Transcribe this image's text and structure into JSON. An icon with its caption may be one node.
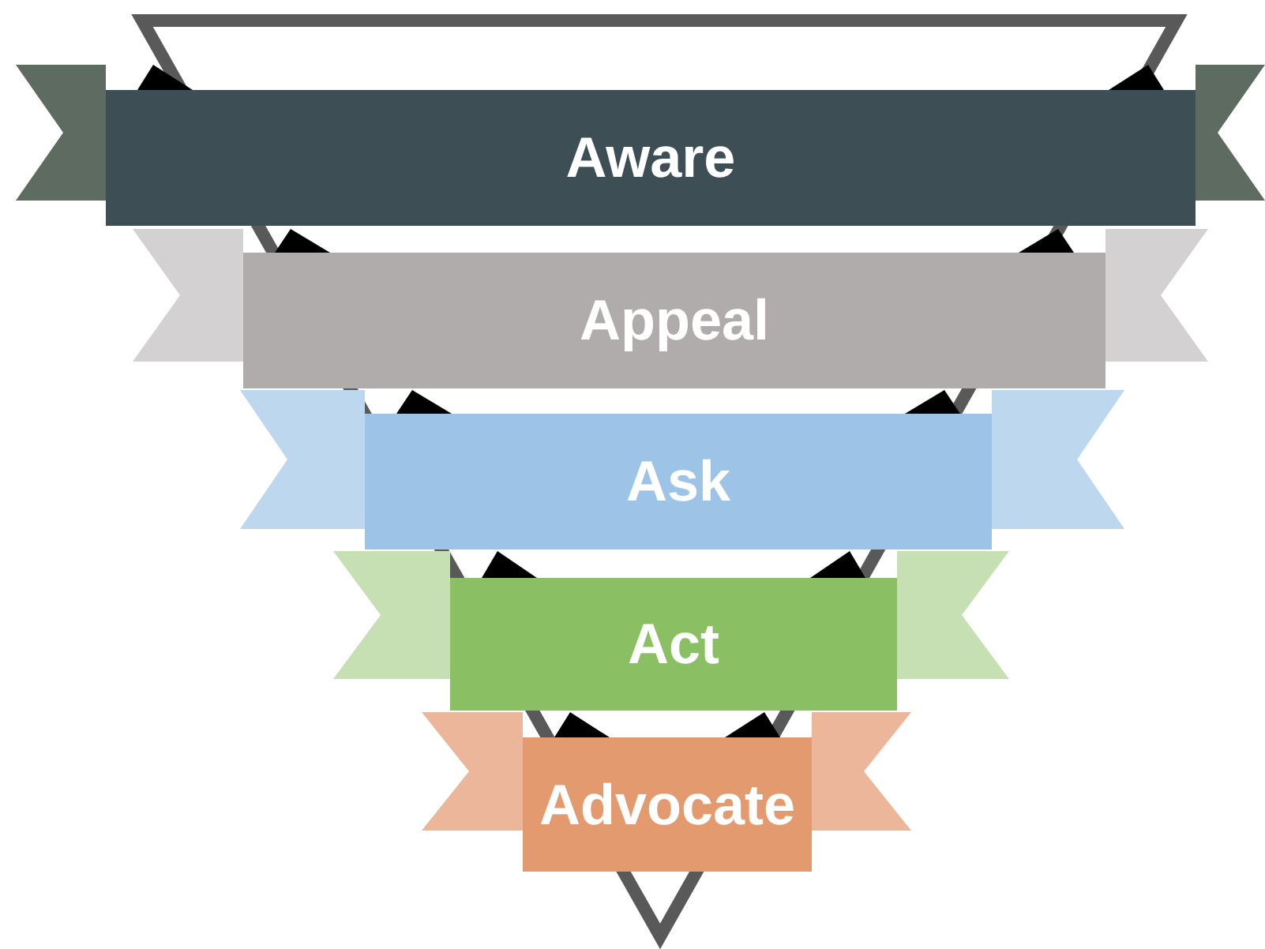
{
  "diagram": {
    "nodes": [
      {
        "text": [
          "Aware"
        ]
      },
      {
        "text": [
          "Appeal"
        ]
      },
      {
        "text": [
          "Ask"
        ]
      },
      {
        "text": [
          "Act"
        ]
      },
      {
        "text": [
          "Advocate"
        ]
      }
    ]
  }
}
